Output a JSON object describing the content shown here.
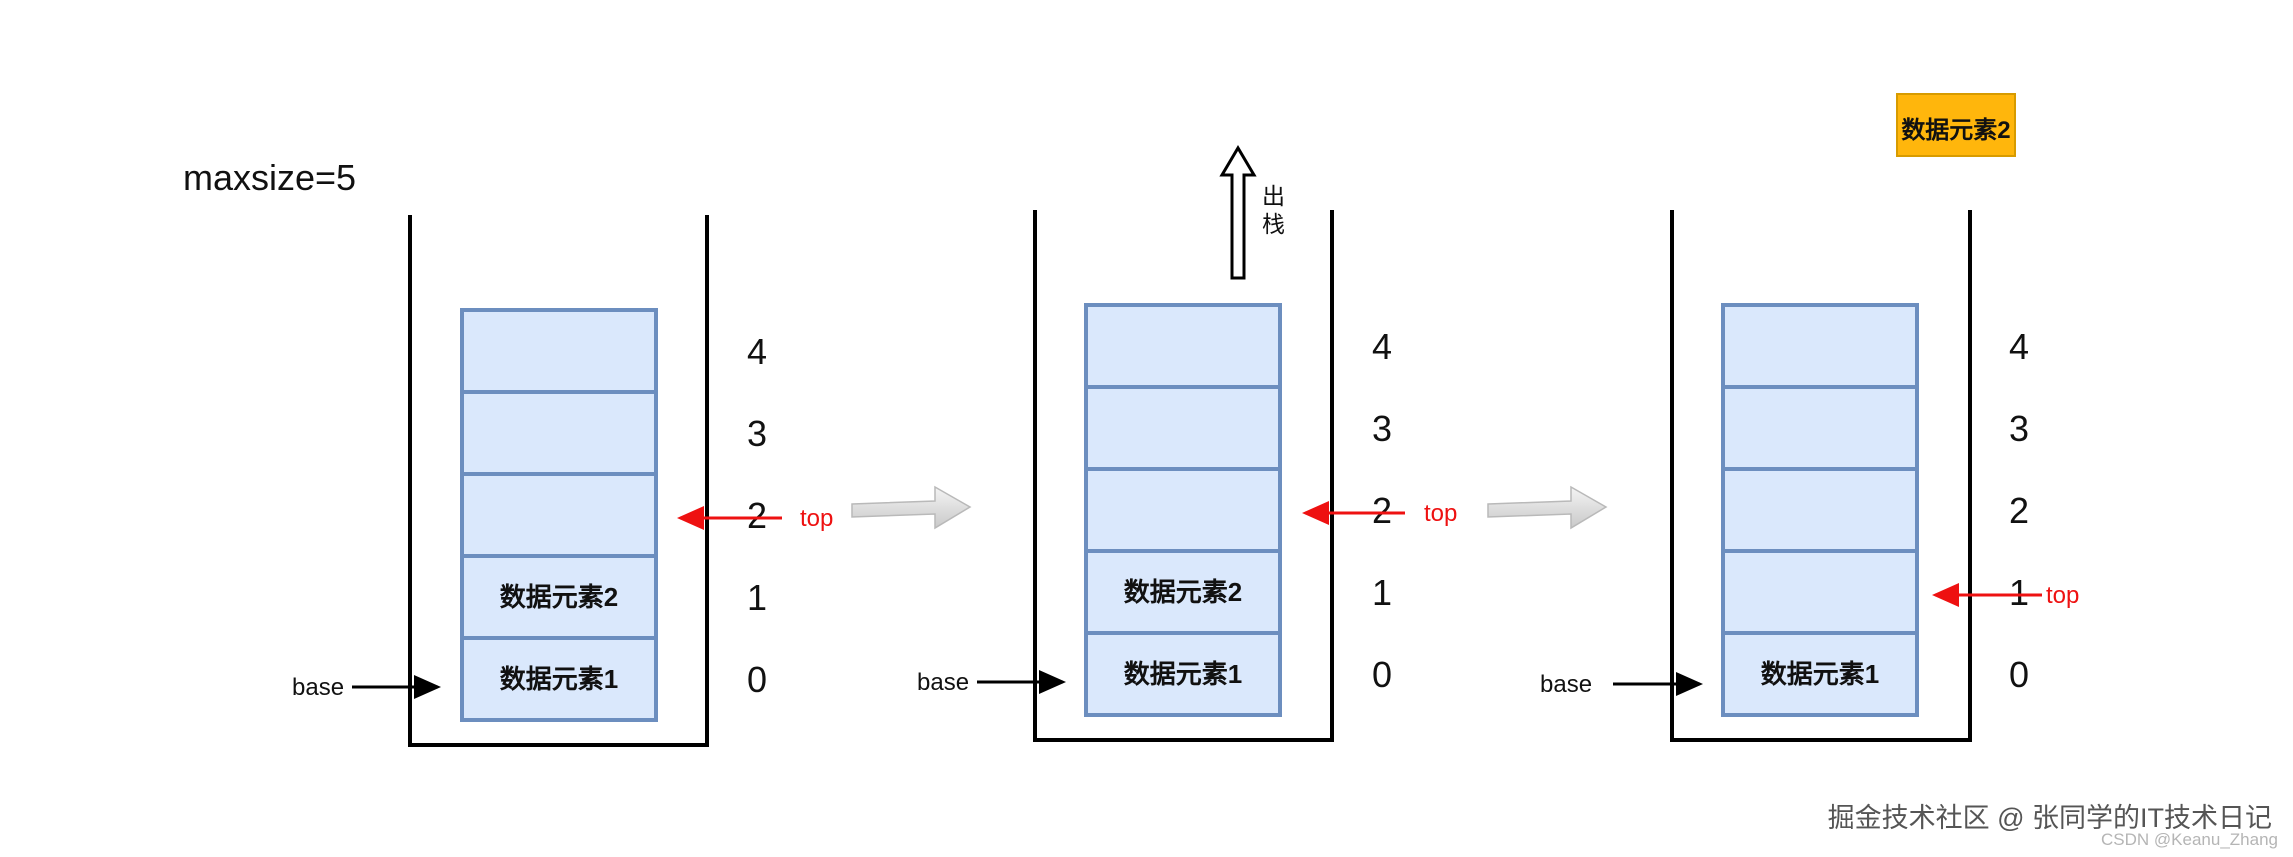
{
  "title": "maxsize=5",
  "pop_label": "出栈",
  "popped_element": "数据元素2",
  "colors": {
    "cell_fill": "#dae8fc",
    "cell_stroke": "#6c8ebf",
    "top_pointer": "#ee1111",
    "popped_fill": "#ffb60c",
    "popped_stroke": "#d79b00",
    "step_arrow": "#d9d9d9"
  },
  "stacks": [
    {
      "indices": [
        "0",
        "1",
        "2",
        "3",
        "4"
      ],
      "cells": [
        "数据元素1",
        "数据元素2",
        "",
        "",
        ""
      ],
      "base_label": "base",
      "top_label": "top",
      "top_index": 2
    },
    {
      "indices": [
        "0",
        "1",
        "2",
        "3",
        "4"
      ],
      "cells": [
        "数据元素1",
        "数据元素2",
        "",
        "",
        ""
      ],
      "base_label": "base",
      "top_label": "top",
      "top_index": 2
    },
    {
      "indices": [
        "0",
        "1",
        "2",
        "3",
        "4"
      ],
      "cells": [
        "数据元素1",
        "",
        "",
        "",
        ""
      ],
      "base_label": "base",
      "top_label": "top",
      "top_index": 1
    }
  ],
  "watermark": "掘金技术社区 @ 张同学的IT技术日记",
  "csdn_watermark": "CSDN @Keanu_Zhang"
}
